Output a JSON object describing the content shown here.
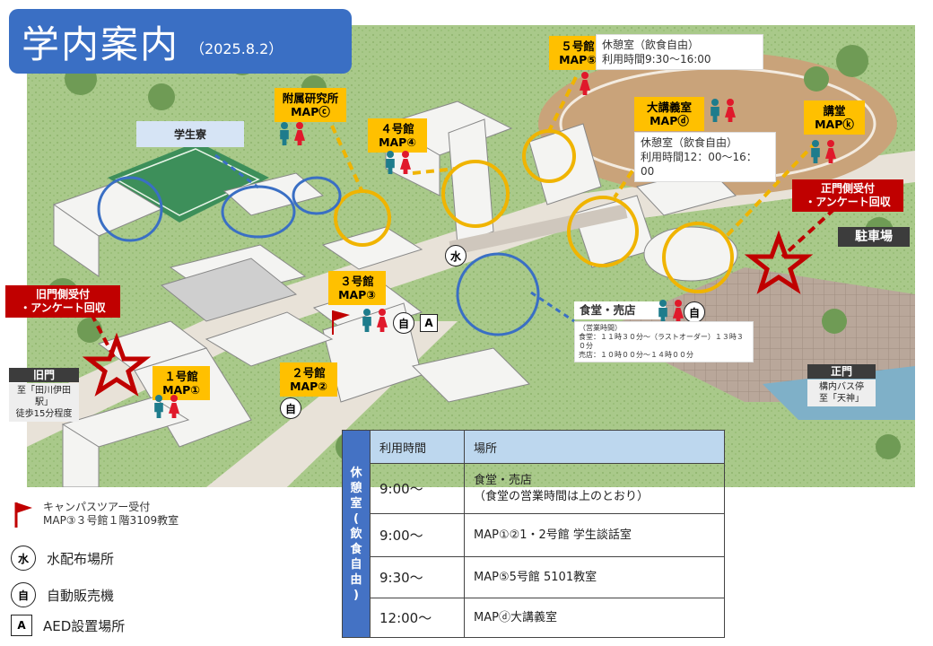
{
  "title": {
    "main": "学内案内",
    "date": "（2025.8.2）"
  },
  "colors": {
    "title_bg": "#3a6fc4",
    "building_label": "#ffc000",
    "reception": "#c00000",
    "circle_orange": "#f0b400",
    "circle_blue": "#3a6fc4",
    "table_header": "#bdd7ee",
    "table_side": "#4472c4"
  },
  "buildings": [
    {
      "name": "１号館",
      "map": "MAP①",
      "toilets": true
    },
    {
      "name": "２号館",
      "map": "MAP②",
      "toilets": false
    },
    {
      "name": "３号館",
      "map": "MAP③",
      "toilets": true
    },
    {
      "name": "４号館",
      "map": "MAP④",
      "toilets": true
    },
    {
      "name": "５号館",
      "map": "MAP⑤",
      "toilets": true
    },
    {
      "name": "附属研究所",
      "map": "MAPⓒ",
      "toilets": true
    },
    {
      "name": "大講義室",
      "map": "MAPⓓ",
      "toilets": true
    },
    {
      "name": "講堂",
      "map": "MAPⓚ",
      "toilets": true
    }
  ],
  "info_boxes": {
    "bldg5_rest": [
      "休憩室（飲食自由）",
      "利用時間9:30〜16:00"
    ],
    "lecture_rest": [
      "休憩室（飲食自由）",
      "利用時間12：00〜16：00"
    ],
    "cafeteria_title": "食堂・売店",
    "cafeteria_hours": [
      "（営業時間）",
      "食堂：１１時３０分～（ラストオーダー）１３時３０分",
      "売店：１０時００分～１４時００分"
    ]
  },
  "dorm": "学生寮",
  "reception": {
    "main_gate": [
      "正門側受付",
      "・アンケート回収"
    ],
    "old_gate": [
      "旧門側受付",
      "・アンケート回収"
    ]
  },
  "parking": "駐車場",
  "gates": {
    "old_gate_title": "旧門",
    "old_gate_note": [
      "至「田川伊田駅」",
      "徒歩15分程度"
    ],
    "main_gate_title": "正門",
    "main_gate_note": [
      "構内バス停",
      "至「天神」"
    ]
  },
  "marks": {
    "water": "水",
    "vending": "自",
    "aed": "A"
  },
  "legend": [
    {
      "icon": "red-flag-icon",
      "lines": [
        "キャンパスツアー受付",
        "MAP③３号館１階3109教室"
      ]
    },
    {
      "icon": "water-icon",
      "text": "水配布場所"
    },
    {
      "icon": "vending-machine-icon",
      "text": "自動販売機"
    },
    {
      "icon": "aed-icon",
      "text": "AED設置場所"
    }
  ],
  "schedule": {
    "side_label": [
      "休",
      "憩",
      "室",
      "(",
      "飲",
      "食",
      "自",
      "由",
      ")"
    ],
    "headers": [
      "利用時間",
      "場所"
    ],
    "rows": [
      {
        "time": "9:00～",
        "place": [
          "食堂・売店",
          "（食堂の営業時間は上のとおり）"
        ]
      },
      {
        "time": "9:00～",
        "place": [
          "MAP①②1・2号館 学生談話室"
        ]
      },
      {
        "time": "9:30～",
        "place": [
          "MAP⑤5号館 5101教室"
        ]
      },
      {
        "time": "12:00～",
        "place": [
          "MAPⓓ大講義室"
        ]
      }
    ]
  }
}
